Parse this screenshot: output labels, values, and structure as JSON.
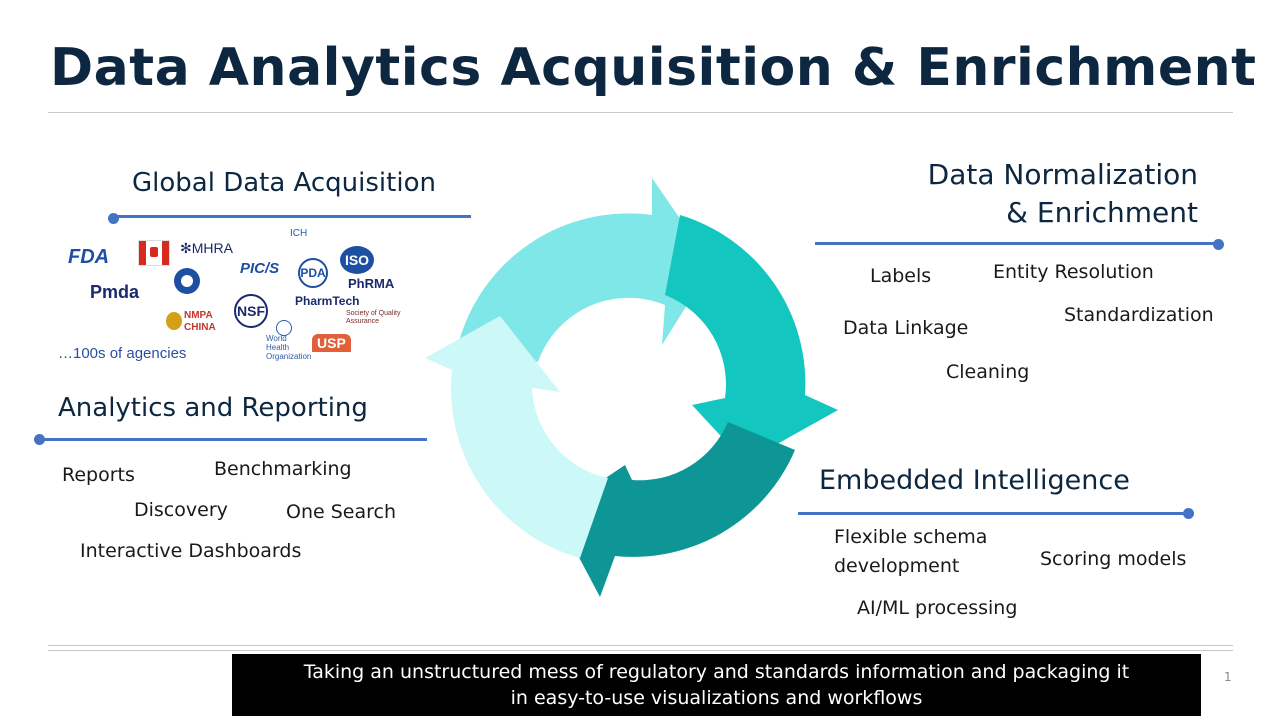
{
  "title": "Data Analytics Acquisition & Enrichment",
  "sections": {
    "acquisition": {
      "heading": "Global Data Acquisition",
      "note": "…100s of agencies",
      "logos": [
        "FDA",
        "Health Canada",
        "MHRA",
        "PIC/S",
        "ICH",
        "PDA",
        "ISO",
        "Pmda",
        "European Medicines Agency",
        "NSF",
        "PharmTech",
        "PhRMA",
        "NMPA CHINA",
        "World Health Organization",
        "Society of Quality Assurance",
        "USP"
      ]
    },
    "normalization": {
      "heading_line1": "Data Normalization",
      "heading_line2": "& Enrichment",
      "items": [
        "Labels",
        "Entity Resolution",
        "Standardization",
        "Data Linkage",
        "Cleaning"
      ]
    },
    "analytics": {
      "heading": "Analytics and Reporting",
      "items": [
        "Reports",
        "Benchmarking",
        "Discovery",
        "One Search",
        "Interactive Dashboards"
      ]
    },
    "intelligence": {
      "heading": "Embedded Intelligence",
      "items": [
        "Flexible schema",
        "development",
        "Scoring models",
        "AI/ML processing"
      ]
    }
  },
  "caption_line1": "Taking an unstructured mess of regulatory and standards information and packaging it",
  "caption_line2": "in easy-to-use visualizations and workflows",
  "page_number": "1",
  "colors": {
    "title": "#0d2740",
    "accent_line": "#4472c4",
    "arrow_top_right": "#13c7c0",
    "arrow_bottom_right": "#0e9696",
    "arrow_bottom_left": "#cdf8f8",
    "arrow_top_left": "#7fe7e7"
  }
}
